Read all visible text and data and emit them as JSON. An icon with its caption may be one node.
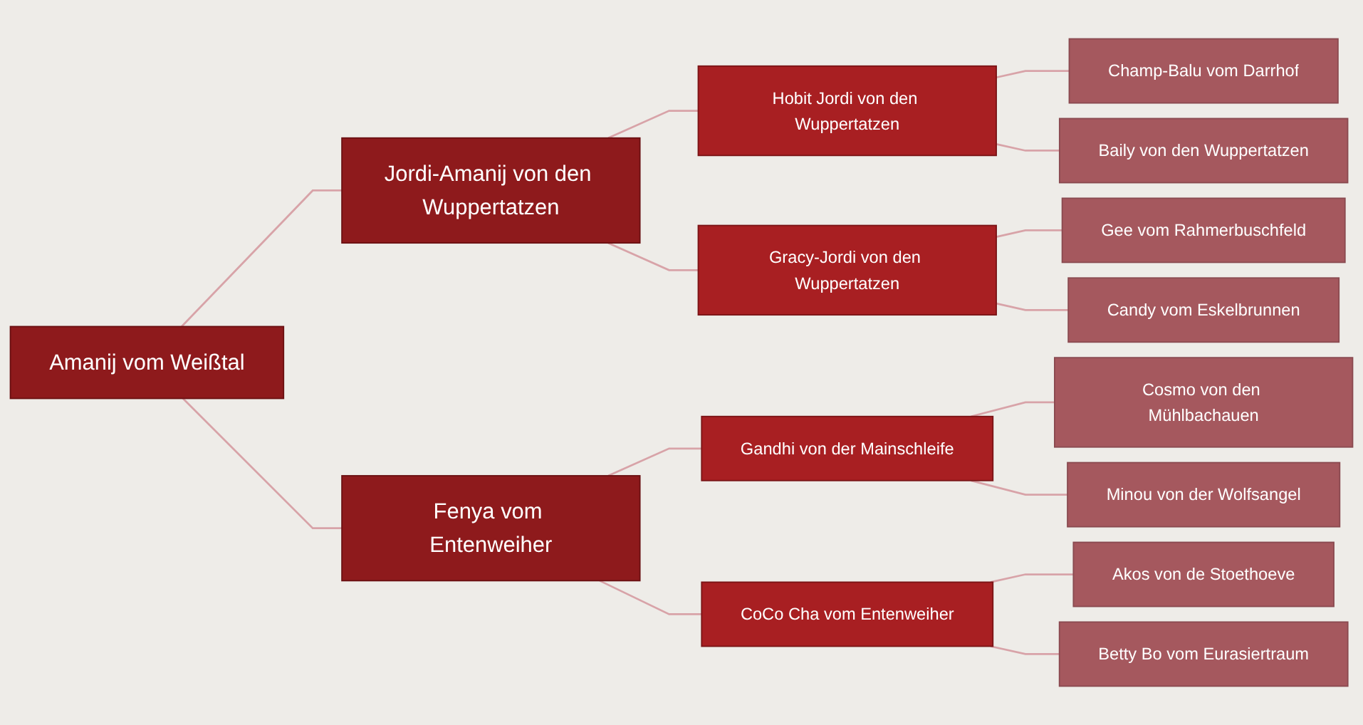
{
  "diagram": {
    "nodes": [
      {
        "text": [
          "Amanij vom Weißtal"
        ]
      },
      {
        "text": [
          "Jordi-Amanij von den Wuppertatzen"
        ]
      },
      {
        "text": [
          "Fenya vom Entenweiher"
        ]
      },
      {
        "text": [
          "Hobit Jordi von den Wuppertatzen"
        ]
      },
      {
        "text": [
          "Gracy-Jordi von den Wuppertatzen"
        ]
      },
      {
        "text": [
          "Gandhi von der Mainschleife"
        ]
      },
      {
        "text": [
          "CoCo Cha vom Entenweiher"
        ]
      },
      {
        "text": [
          "Champ-Balu vom Darrhof"
        ]
      },
      {
        "text": [
          "Baily von den Wuppertatzen"
        ]
      },
      {
        "text": [
          "Gee vom Rahmerbuschfeld"
        ]
      },
      {
        "text": [
          "Candy vom Eskelbrunnen"
        ]
      },
      {
        "text": [
          "Cosmo von den Mühlbachauen"
        ]
      },
      {
        "text": [
          "Minou von der Wolfsangel"
        ]
      },
      {
        "text": [
          "Akos von de Stoethoeve"
        ]
      },
      {
        "text": [
          "Betty Bo vom Eurasiertraum"
        ]
      }
    ],
    "edges": [
      {
        "from": 0,
        "to": 1,
        "arrow": "none"
      },
      {
        "from": 0,
        "to": 2,
        "arrow": "none"
      },
      {
        "from": 1,
        "to": 3,
        "arrow": "none"
      },
      {
        "from": 1,
        "to": 4,
        "arrow": "none"
      },
      {
        "from": 2,
        "to": 5,
        "arrow": "none"
      },
      {
        "from": 2,
        "to": 6,
        "arrow": "none"
      },
      {
        "from": 3,
        "to": 7,
        "arrow": "none"
      },
      {
        "from": 3,
        "to": 8,
        "arrow": "none"
      },
      {
        "from": 4,
        "to": 9,
        "arrow": "none"
      },
      {
        "from": 4,
        "to": 10,
        "arrow": "none"
      },
      {
        "from": 5,
        "to": 11,
        "arrow": "none"
      },
      {
        "from": 5,
        "to": 12,
        "arrow": "none"
      },
      {
        "from": 6,
        "to": 13,
        "arrow": "none"
      },
      {
        "from": 6,
        "to": 14,
        "arrow": "none"
      }
    ]
  }
}
